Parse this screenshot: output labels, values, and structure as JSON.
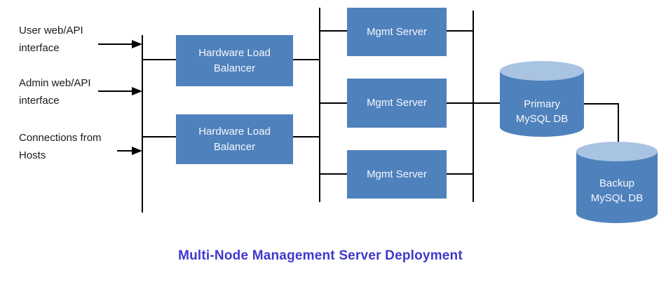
{
  "diagram": {
    "title": "Multi-Node Management Server Deployment",
    "external_interfaces": [
      {
        "lines": [
          "User web/API",
          "interface"
        ]
      },
      {
        "lines": [
          "Admin web/API",
          "interface"
        ]
      },
      {
        "lines": [
          "Connections from",
          "Hosts"
        ]
      }
    ],
    "load_balancers": [
      {
        "lines": [
          "Hardware Load",
          "Balancer"
        ]
      },
      {
        "lines": [
          "Hardware Load",
          "Balancer"
        ]
      }
    ],
    "mgmt_servers": [
      {
        "label": "Mgmt Server"
      },
      {
        "label": "Mgmt Server"
      },
      {
        "label": "Mgmt Server"
      }
    ],
    "databases": [
      {
        "lines": [
          "Primary",
          "MySQL DB"
        ]
      },
      {
        "lines": [
          "Backup",
          "MySQL DB"
        ]
      }
    ],
    "colors": {
      "node_fill": "#4F81BD",
      "cylinder_top": "#A9C3E2",
      "node_text": "#FFFFFF",
      "title_text": "#4237CB",
      "connector": "#000000",
      "label_text": "#1A1A1A"
    }
  }
}
